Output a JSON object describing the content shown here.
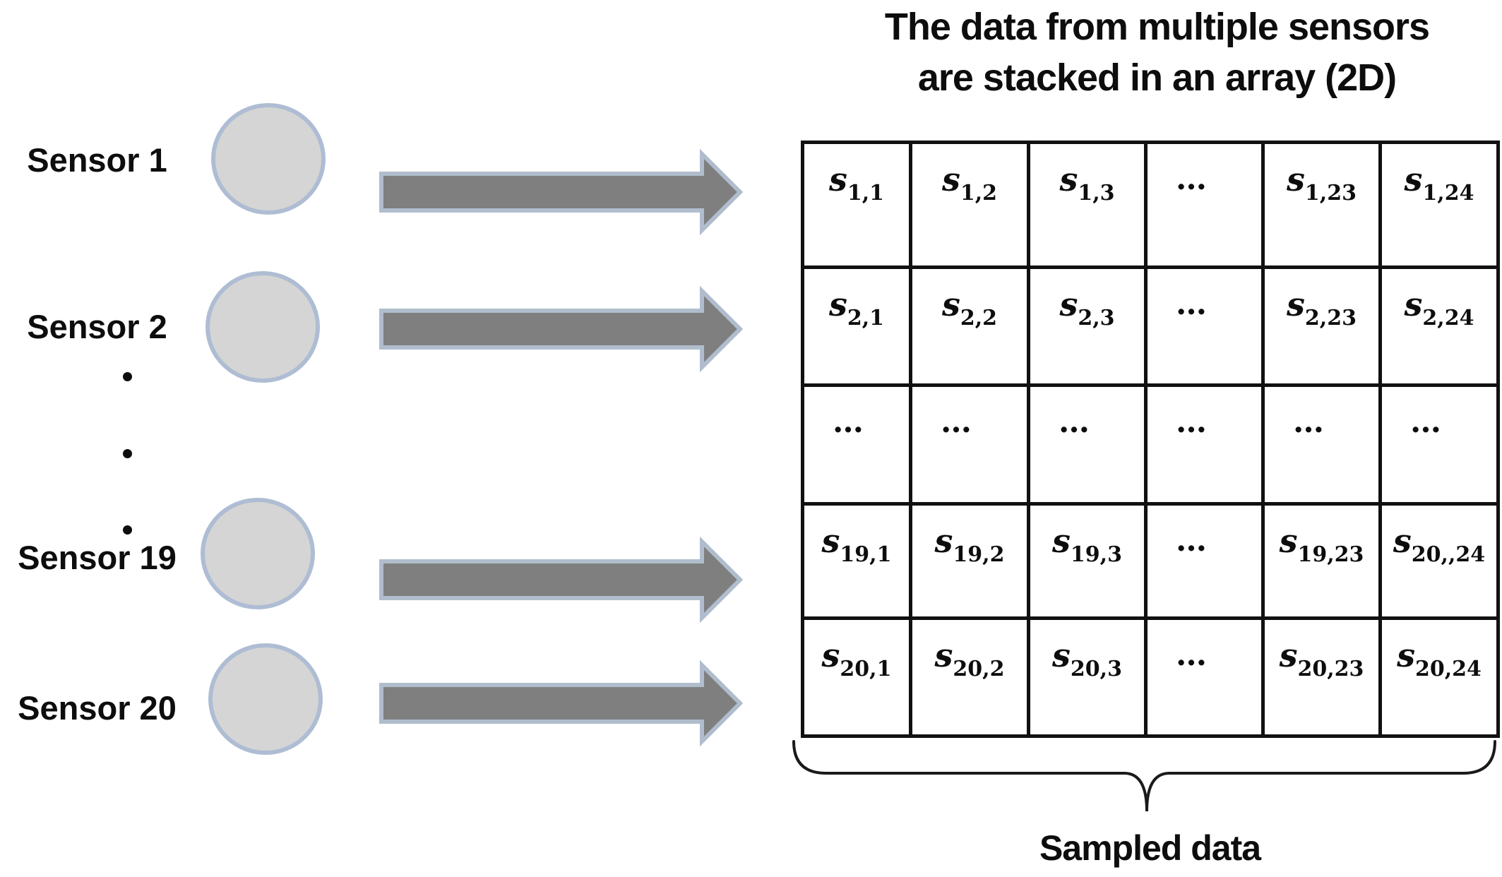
{
  "title": {
    "line1": "The data from multiple sensors",
    "line2": "are stacked in an array (2D)"
  },
  "sensors": [
    {
      "label": "Sensor 1"
    },
    {
      "label": "Sensor 2"
    },
    {
      "label": "Sensor 19"
    },
    {
      "label": "Sensor 20"
    }
  ],
  "between_sensors_ellipsis": {
    "dot_count": 3
  },
  "matrix": {
    "symbol": "s",
    "ellipsis": "…",
    "rows": [
      [
        "1,1",
        "1,2",
        "1,3",
        "…",
        "1,23",
        "1,24"
      ],
      [
        "2,1",
        "2,2",
        "2,3",
        "…",
        "2,23",
        "2,24"
      ],
      [
        "…",
        "…",
        "…",
        "…",
        "…",
        "…"
      ],
      [
        "19,1",
        "19,2",
        "19,3",
        "…",
        "19,23",
        "20,,24"
      ],
      [
        "20,1",
        "20,2",
        "20,3",
        "…",
        "20,23",
        "20,24"
      ]
    ]
  },
  "caption": "Sampled data",
  "colors": {
    "circle_fill": "#d5d5d5",
    "circle_stroke": "#aebdd3",
    "arrow_fill": "#7f7f7f",
    "arrow_stroke": "#b0bdcd",
    "brace_stroke": "#1a1a1a",
    "table_border": "#111111",
    "text": "#0d0d0d"
  }
}
